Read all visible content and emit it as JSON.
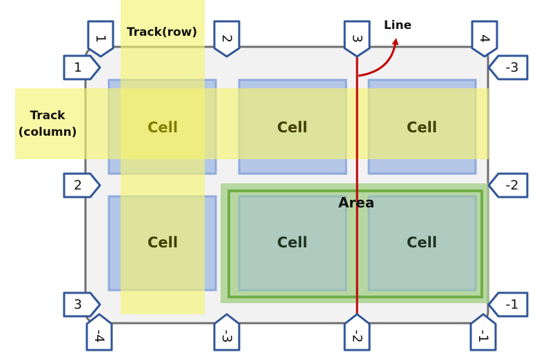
{
  "labels": {
    "track_row": "Track(row)",
    "track_column_1": "Track",
    "track_column_2": "(column)",
    "line": "Line",
    "area": "Area"
  },
  "cells": [
    "Cell",
    "Cell",
    "Cell",
    "Cell",
    "Cell",
    "Cell"
  ],
  "line_numbers": {
    "top": [
      "1",
      "2",
      "3",
      "4"
    ],
    "bottom": [
      "-4",
      "-3",
      "-2",
      "-1"
    ],
    "left": [
      "1",
      "2",
      "3"
    ],
    "right": [
      "-3",
      "-2",
      "-1"
    ]
  },
  "colors": {
    "container_fill": "#f2f2f2",
    "container_stroke": "#6e6e6e",
    "cell_fill": "#b4c7e7",
    "cell_stroke": "#8faadc",
    "track_highlight": "#f5f271",
    "area_fill": "#a9d18e",
    "area_stroke": "#70ad47",
    "line_color": "#c00000",
    "tag_stroke": "#2f5597"
  }
}
